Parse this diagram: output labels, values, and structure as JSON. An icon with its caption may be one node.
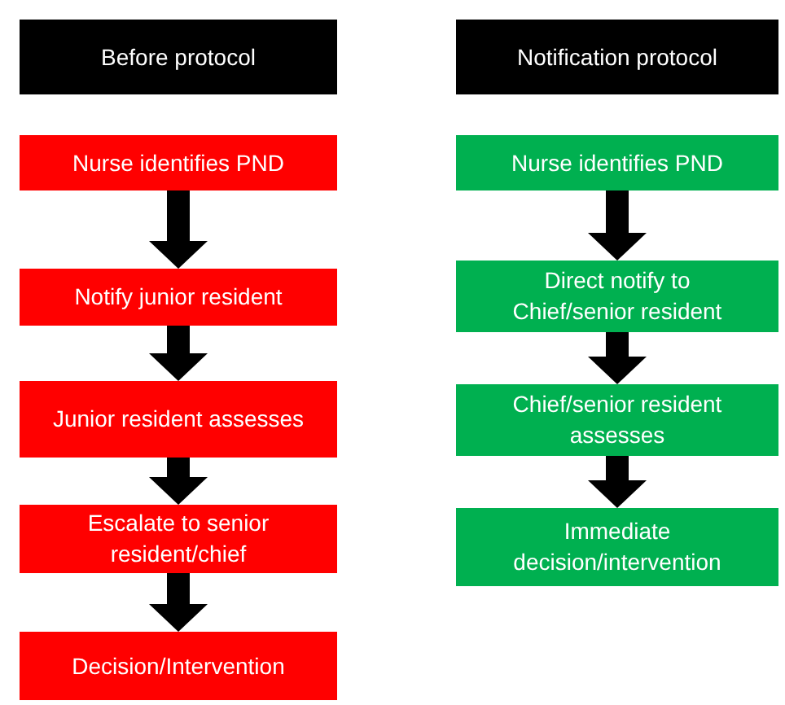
{
  "diagram": {
    "nodes": [
      {
        "text": [
          "Before protocol"
        ]
      },
      {
        "text": [
          "Notification protocol"
        ]
      },
      {
        "text": [
          "Nurse identifies PND"
        ]
      },
      {
        "text": [
          "Notify junior resident"
        ]
      },
      {
        "text": [
          "Junior resident assesses"
        ]
      },
      {
        "text": [
          "Escalate to senior resident/chief"
        ]
      },
      {
        "text": [
          "Decision/Intervention"
        ]
      },
      {
        "text": [
          "Nurse identifies PND"
        ]
      },
      {
        "text": [
          "Direct notify to Chief/senior resident"
        ]
      },
      {
        "text": [
          "Chief/senior resident assesses"
        ]
      },
      {
        "text": [
          "Immediate decision/intervention"
        ]
      }
    ],
    "edges": [
      {
        "from": 2,
        "to": 3,
        "arrow": "to"
      },
      {
        "from": 3,
        "to": 4,
        "arrow": "to"
      },
      {
        "from": 4,
        "to": 5,
        "arrow": "to"
      },
      {
        "from": 5,
        "to": 6,
        "arrow": "to"
      },
      {
        "from": 7,
        "to": 8,
        "arrow": "to"
      },
      {
        "from": 8,
        "to": 9,
        "arrow": "to"
      },
      {
        "from": 9,
        "to": 10,
        "arrow": "to"
      }
    ]
  }
}
